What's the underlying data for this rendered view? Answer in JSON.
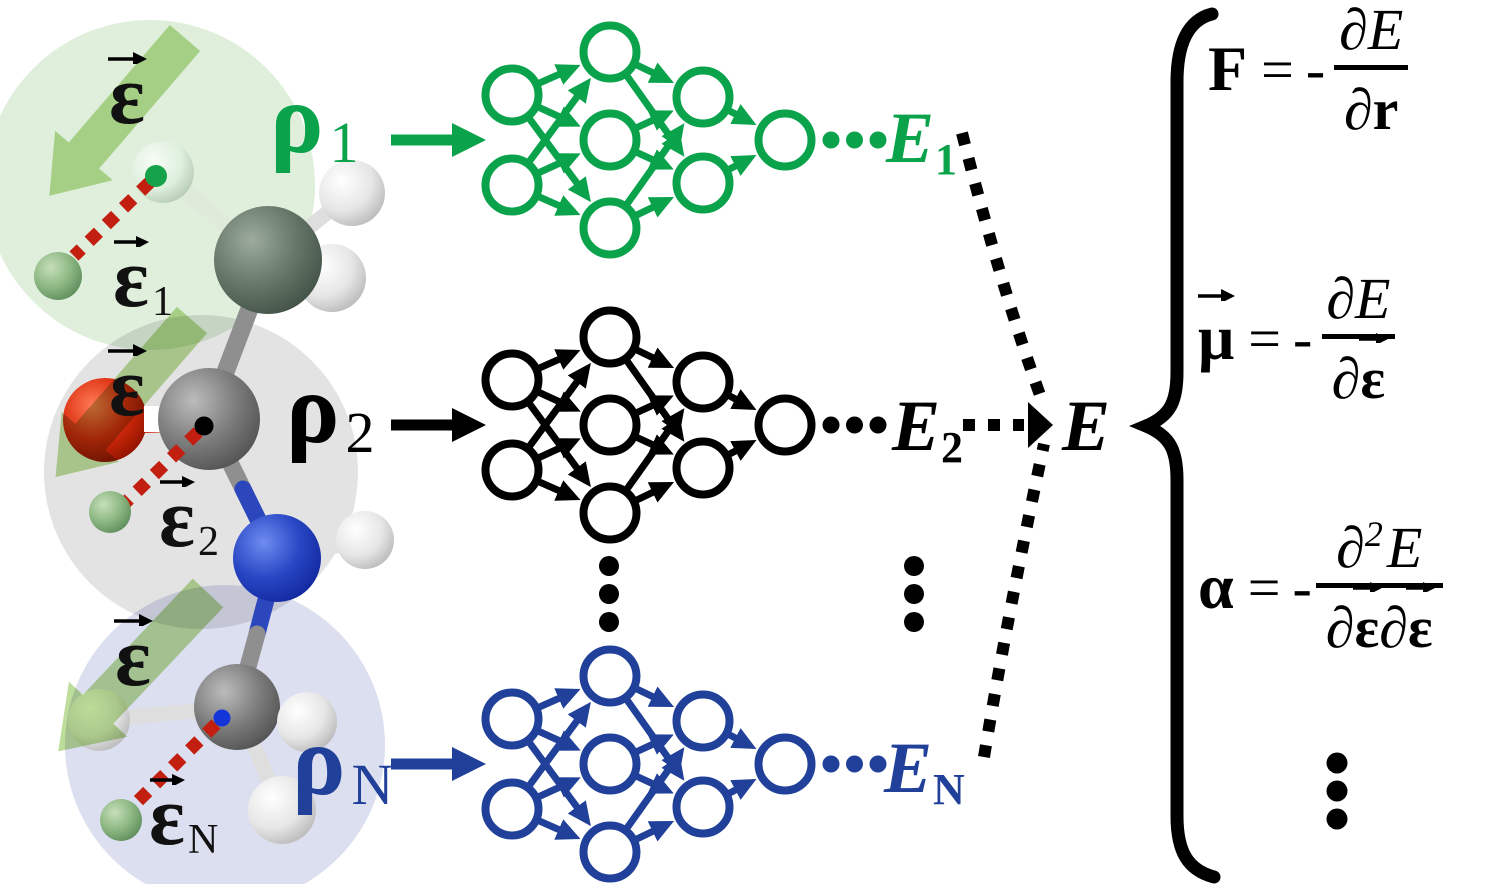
{
  "figure": {
    "description": "Field-dependent atomic neural network potential schematic: local atomic environments with external field mapped through per-atom neural networks to energies summed into total E, from which force, dipole and polarizability derive"
  },
  "colors": {
    "green_accent": "#0aa34c",
    "black_accent": "#000000",
    "blue_accent": "#20409a",
    "env1_circle": "#dfefdc",
    "env2_circle": "#e3e3e4",
    "envN_circle": "#dcdfef",
    "field_arrow_green": "#aed584",
    "dotted_red": "#c21f10",
    "oxygen_red": "#d92b0c",
    "nitrogen_blue": "#2847c4",
    "carbon_grey": "#7d7d7d",
    "carbon_dark_sage": "#66786a",
    "hydrogen_white": "#e9e9e9",
    "point_charge_green": "#8db883"
  },
  "environments": [
    {
      "rho": "ρ",
      "rho_sub": "1",
      "field_vector": "ε",
      "eps": "ε",
      "eps_sub": "1"
    },
    {
      "rho": "ρ",
      "rho_sub": "2",
      "field_vector": "ε",
      "eps": "ε",
      "eps_sub": "2"
    },
    {
      "rho": "ρ",
      "rho_sub": "N",
      "field_vector": "ε",
      "eps": "ε",
      "eps_sub": "N"
    }
  ],
  "networks": [
    {
      "energy": "E",
      "sub": "1",
      "color": "#0aa34c",
      "layers": [
        2,
        3,
        2,
        1
      ]
    },
    {
      "energy": "E",
      "sub": "2",
      "color": "#000000",
      "layers": [
        2,
        3,
        2,
        1
      ]
    },
    {
      "energy": "E",
      "sub": "N",
      "color": "#20409a",
      "layers": [
        2,
        3,
        2,
        1
      ]
    }
  ],
  "total_energy": "E",
  "formulas": {
    "force": {
      "lhs": "F",
      "eq": "=",
      "minus": "-",
      "num_partial": "∂",
      "num_var": "E",
      "den_partial": "∂",
      "den_var": "r"
    },
    "dipole": {
      "lhs": "μ",
      "eq": "=",
      "minus": "-",
      "num_partial": "∂",
      "num_var": "E",
      "den_partial": "∂",
      "den_var": "ε"
    },
    "polarizability": {
      "lhs": "α",
      "eq": "=",
      "minus": "-",
      "num_partial": "∂",
      "num_sup": "2",
      "num_var": "E",
      "den_p1": "∂",
      "den_v1": "ε",
      "den_p2": "∂",
      "den_v2": "ε"
    }
  }
}
